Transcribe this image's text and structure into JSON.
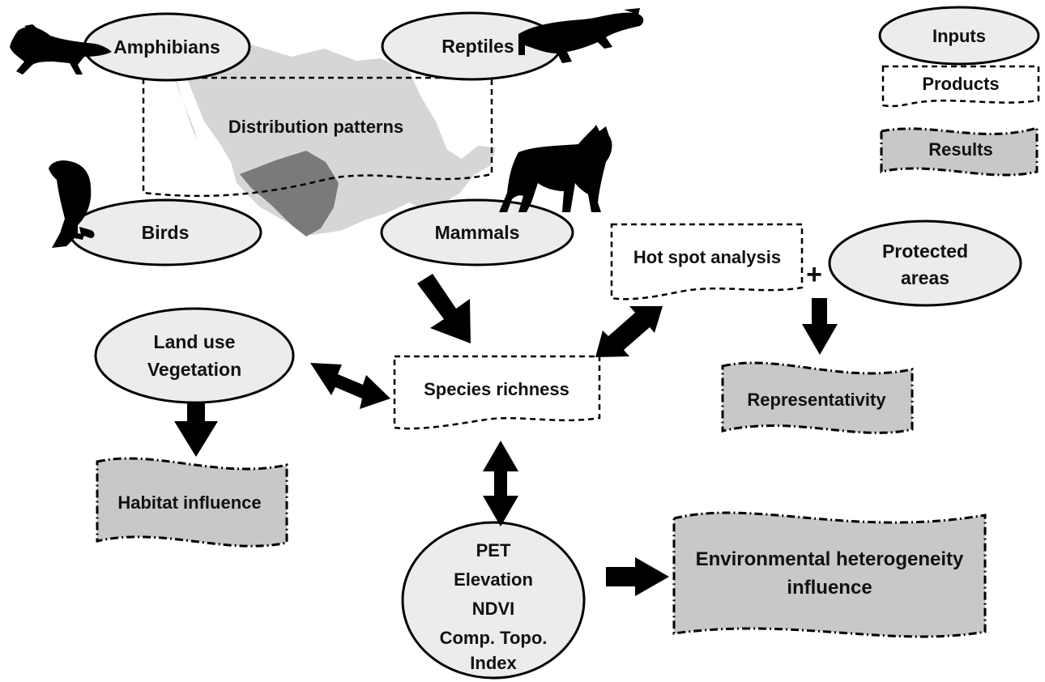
{
  "inputs": {
    "amphibians": "Amphibians",
    "reptiles": "Reptiles",
    "birds": "Birds",
    "mammals": "Mammals",
    "land_use_line1": "Land use",
    "land_use_line2": "Vegetation",
    "protected_line1": "Protected",
    "protected_line2": "areas",
    "env_lines": [
      "PET",
      "Elevation",
      "NDVI",
      "Comp. Topo.",
      "Index"
    ]
  },
  "products": {
    "distribution_patterns": "Distribution patterns",
    "hot_spot_analysis": "Hot spot analysis",
    "species_richness": "Species richness"
  },
  "results": {
    "representativity": "Representativity",
    "habitat_influence": "Habitat influence",
    "env_line1": "Environmental heterogeneity",
    "env_line2": "influence"
  },
  "operators": {
    "plus": "+"
  },
  "legend": {
    "inputs": "Inputs",
    "products": "Products",
    "results": "Results"
  },
  "colors": {
    "input_fill": "#ececec",
    "result_fill": "#c8c8c8",
    "map_fill": "#d6d6d6",
    "highlight_region": "#777777"
  },
  "icons": [
    "salamander-icon",
    "crocodile-icon",
    "bird-icon",
    "lynx-icon",
    "mexico-map"
  ]
}
